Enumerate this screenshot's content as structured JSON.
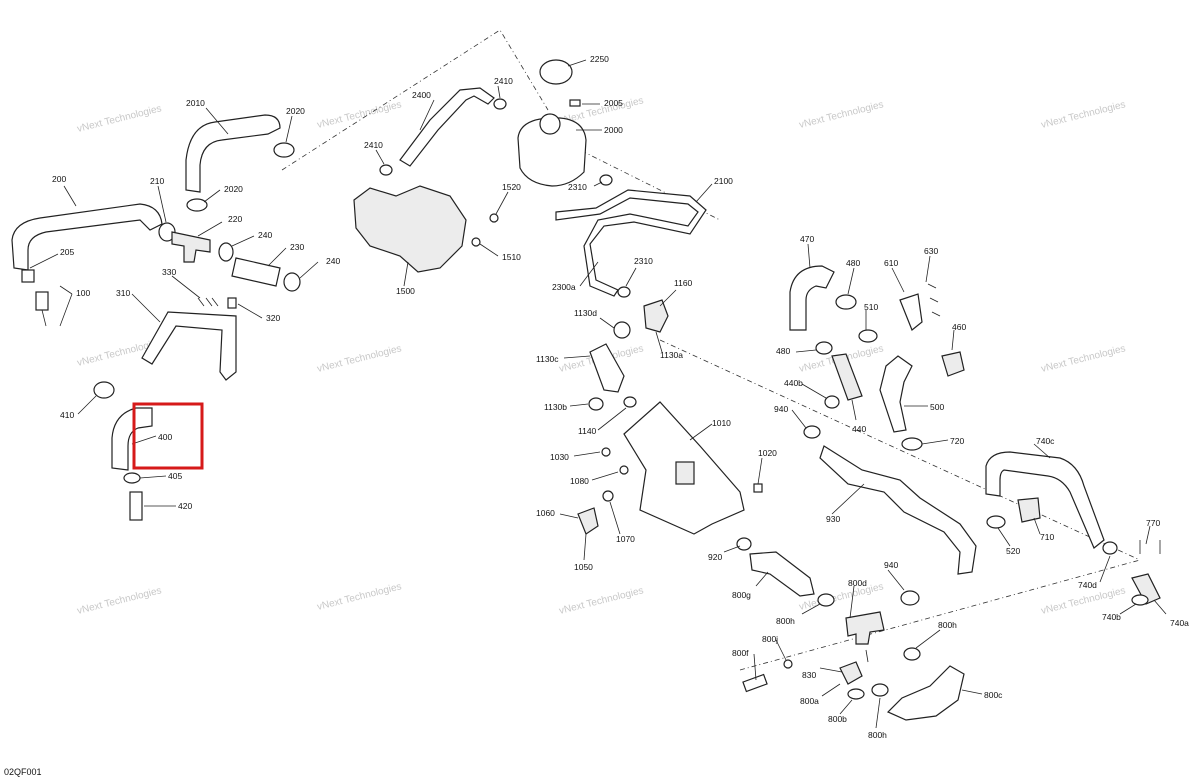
{
  "diagram_code": "02QF001",
  "watermark_text": "vNext Technologies",
  "highlight": {
    "part": "400",
    "color": "#d61a1a"
  },
  "labels": {
    "p100": "100",
    "p200": "200",
    "p205": "205",
    "p210": "210",
    "p220": "220",
    "p230": "230",
    "p240a": "240",
    "p240b": "240",
    "p310": "310",
    "p320": "320",
    "p330": "330",
    "p400": "400",
    "p405": "405",
    "p410": "410",
    "p420": "420",
    "p440": "440",
    "p440b": "440b",
    "p460": "460",
    "p470": "470",
    "p480a": "480",
    "p480b": "480",
    "p500": "500",
    "p510": "510",
    "p520": "520",
    "p610": "610",
    "p630": "630",
    "p710": "710",
    "p720": "720",
    "p740a": "740a",
    "p740b": "740b",
    "p740c": "740c",
    "p740d": "740d",
    "p770": "770",
    "p800a": "800a",
    "p800b": "800b",
    "p800c": "800c",
    "p800d": "800d",
    "p800f": "800f",
    "p800g": "800g",
    "p800h1": "800h",
    "p800h2": "800h",
    "p800h3": "800h",
    "p800j": "800j",
    "p830": "830",
    "p920": "920",
    "p930": "930",
    "p940a": "940",
    "p940b": "940",
    "p1010": "1010",
    "p1020": "1020",
    "p1030": "1030",
    "p1050": "1050",
    "p1060": "1060",
    "p1070": "1070",
    "p1080": "1080",
    "p1130a": "1130a",
    "p1130b": "1130b",
    "p1130c": "1130c",
    "p1130d": "1130d",
    "p1140": "1140",
    "p1160": "1160",
    "p1500": "1500",
    "p1510": "1510",
    "p1520": "1520",
    "p2000": "2000",
    "p2005": "2005",
    "p2010": "2010",
    "p2020a": "2020",
    "p2020b": "2020",
    "p2100": "2100",
    "p2250": "2250",
    "p2300a": "2300a",
    "p2310a": "2310",
    "p2310b": "2310",
    "p2400": "2400",
    "p2410a": "2410",
    "p2410b": "2410"
  }
}
